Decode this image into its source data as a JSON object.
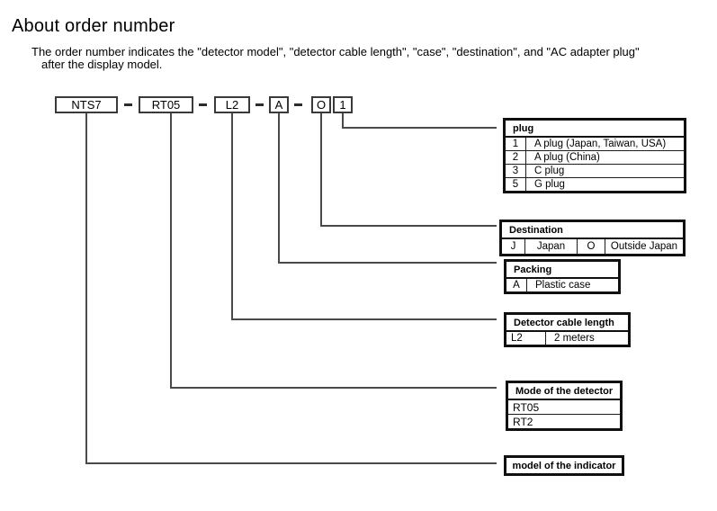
{
  "page": {
    "title": "About order number",
    "description_line1": "The order number indicates the \"detector model\", \"detector cable length\", \"case\", \"destination\", and \"AC adapter plug\"",
    "description_line2": "after the display model."
  },
  "order_code": {
    "segments": [
      {
        "label": "NTS7"
      },
      {
        "label": "RT05"
      },
      {
        "label": "L2"
      },
      {
        "label": "A"
      },
      {
        "label": "O"
      },
      {
        "label": "1"
      }
    ]
  },
  "tables": {
    "plug": {
      "title": "plug",
      "rows": [
        [
          "1",
          "A plug (Japan, Taiwan, USA)"
        ],
        [
          "2",
          "A plug (China)"
        ],
        [
          "3",
          "C plug"
        ],
        [
          "5",
          "G plug"
        ]
      ]
    },
    "destination": {
      "title": "Destination",
      "cells": [
        "J",
        "Japan",
        "O",
        "Outside Japan"
      ]
    },
    "packing": {
      "title": "Packing",
      "rows": [
        [
          "A",
          "Plastic case"
        ]
      ]
    },
    "cable_length": {
      "title": "Detector cable length",
      "rows": [
        [
          "L2",
          "2 meters"
        ]
      ]
    },
    "detector_model": {
      "title": "Mode of the detector",
      "rows": [
        "RT05",
        "RT2"
      ]
    },
    "indicator_model": {
      "title": "model of the indicator"
    }
  },
  "colors": {
    "text": "#000000",
    "connector_line": "#4a4a4a",
    "table_border": "#101010"
  }
}
